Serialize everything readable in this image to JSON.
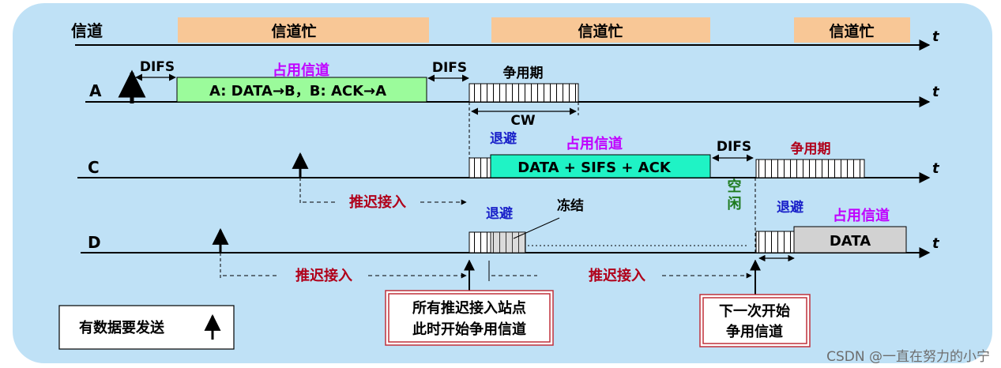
{
  "colors": {
    "panel": "#bfe1f6",
    "busy": "#f8c796",
    "a_frame": "#9bfb9b",
    "c_frame": "#1ff3c5",
    "d_frame": "#d2d2d2",
    "purple": "#c000ff",
    "dark_red": "#b0001a",
    "blue": "#1a21c9",
    "green": "#1d7a1d",
    "callout_border": "#c0303a"
  },
  "channel": {
    "label": "信道",
    "busy_labels": [
      "信道忙",
      "信道忙",
      "信道忙"
    ],
    "axis": "t"
  },
  "rows": {
    "A": {
      "label": "A",
      "axis": "t",
      "difs1": "DIFS",
      "occupy": "占用信道",
      "frame": "A: DATA→B，B: ACK→A",
      "difs2": "DIFS",
      "contention": "争用期",
      "cw": "CW"
    },
    "C": {
      "label": "C",
      "axis": "t",
      "backoff": "退避",
      "occupy": "占用信道",
      "frame": "DATA  + SIFS + ACK",
      "difs": "DIFS",
      "contention": "争用期",
      "defer": "推迟接入"
    },
    "D": {
      "label": "D",
      "axis": "t",
      "backoff1": "退避",
      "freeze": "冻结",
      "idle": "空闲",
      "backoff2": "退避",
      "occupy": "占用信道",
      "frame": "DATA",
      "defer1": "推迟接入",
      "defer2": "推迟接入"
    }
  },
  "legend": {
    "text": "有数据要发送"
  },
  "callouts": {
    "left": [
      "所有推迟接入站点",
      "此时开始争用信道"
    ],
    "right": [
      "下一次开始",
      "争用信道"
    ]
  },
  "watermark": "CSDN @一直在努力的小宁"
}
